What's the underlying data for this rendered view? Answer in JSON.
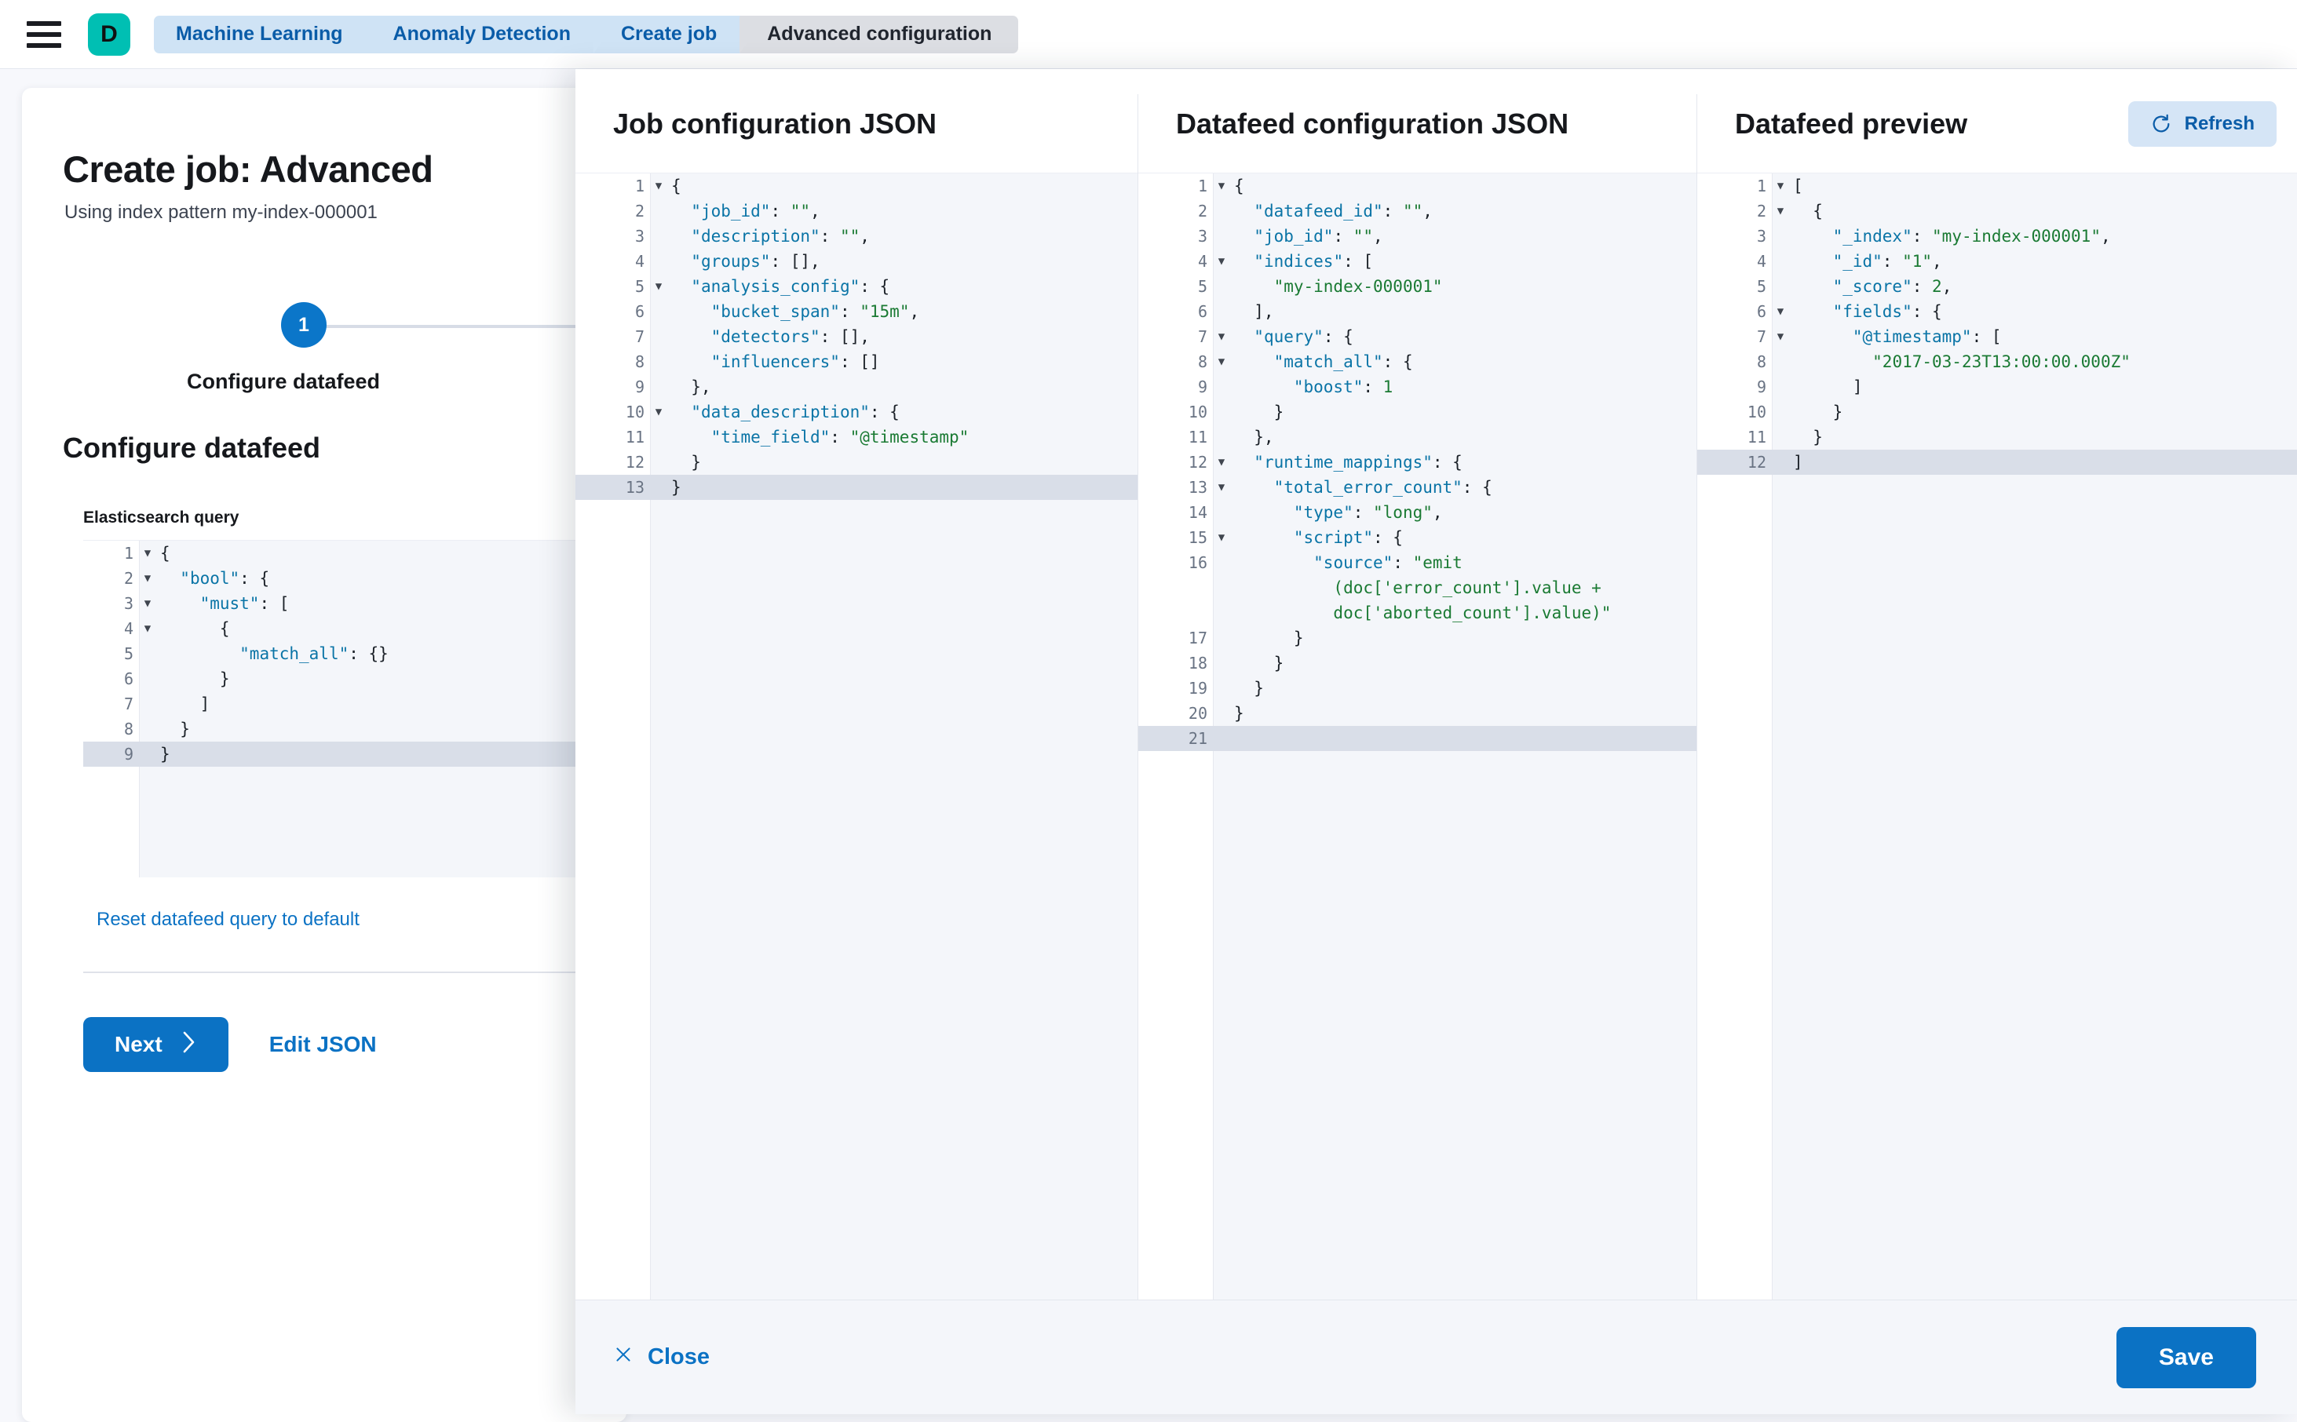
{
  "topbar": {
    "hamburger_icon": "hamburger-menu-icon",
    "logo_letter": "D",
    "breadcrumbs": [
      {
        "label": "Machine Learning",
        "active": false
      },
      {
        "label": "Anomaly Detection",
        "active": false
      },
      {
        "label": "Create job",
        "active": false
      },
      {
        "label": "Advanced configuration",
        "active": true
      }
    ]
  },
  "page": {
    "title": "Create job: Advanced",
    "subtitle": "Using index pattern my-index-000001",
    "step_number": "1",
    "step_label": "Configure datafeed",
    "section_title": "Configure datafeed",
    "es_query_label": "Elasticsearch query",
    "reset_link": "Reset datafeed query to default",
    "next_label": "Next",
    "next_icon": "chevron-right-icon",
    "edit_json_label": "Edit JSON"
  },
  "es_query_editor": {
    "active_line": 9,
    "lines": [
      {
        "n": 1,
        "fold": true,
        "code": "{"
      },
      {
        "n": 2,
        "fold": true,
        "code": "  \"bool\": {"
      },
      {
        "n": 3,
        "fold": true,
        "code": "    \"must\": ["
      },
      {
        "n": 4,
        "fold": true,
        "code": "      {"
      },
      {
        "n": 5,
        "fold": false,
        "code": "        \"match_all\": {}"
      },
      {
        "n": 6,
        "fold": false,
        "code": "      }"
      },
      {
        "n": 7,
        "fold": false,
        "code": "    ]"
      },
      {
        "n": 8,
        "fold": false,
        "code": "  }"
      },
      {
        "n": 9,
        "fold": false,
        "code": "}"
      }
    ]
  },
  "job_config": {
    "title": "Job configuration JSON",
    "active_line": 13,
    "lines": [
      {
        "n": 1,
        "fold": true,
        "code": "{"
      },
      {
        "n": 2,
        "fold": false,
        "code": "  \"job_id\": \"\","
      },
      {
        "n": 3,
        "fold": false,
        "code": "  \"description\": \"\","
      },
      {
        "n": 4,
        "fold": false,
        "code": "  \"groups\": [],"
      },
      {
        "n": 5,
        "fold": true,
        "code": "  \"analysis_config\": {"
      },
      {
        "n": 6,
        "fold": false,
        "code": "    \"bucket_span\": \"15m\","
      },
      {
        "n": 7,
        "fold": false,
        "code": "    \"detectors\": [],"
      },
      {
        "n": 8,
        "fold": false,
        "code": "    \"influencers\": []"
      },
      {
        "n": 9,
        "fold": false,
        "code": "  },"
      },
      {
        "n": 10,
        "fold": true,
        "code": "  \"data_description\": {"
      },
      {
        "n": 11,
        "fold": false,
        "code": "    \"time_field\": \"@timestamp\""
      },
      {
        "n": 12,
        "fold": false,
        "code": "  }"
      },
      {
        "n": 13,
        "fold": false,
        "code": "}"
      }
    ]
  },
  "datafeed_config": {
    "title": "Datafeed configuration JSON",
    "active_line": 21,
    "lines": [
      {
        "n": 1,
        "fold": true,
        "code": "{"
      },
      {
        "n": 2,
        "fold": false,
        "code": "  \"datafeed_id\": \"\","
      },
      {
        "n": 3,
        "fold": false,
        "code": "  \"job_id\": \"\","
      },
      {
        "n": 4,
        "fold": true,
        "code": "  \"indices\": ["
      },
      {
        "n": 5,
        "fold": false,
        "code": "    \"my-index-000001\""
      },
      {
        "n": 6,
        "fold": false,
        "code": "  ],"
      },
      {
        "n": 7,
        "fold": true,
        "code": "  \"query\": {"
      },
      {
        "n": 8,
        "fold": true,
        "code": "    \"match_all\": {"
      },
      {
        "n": 9,
        "fold": false,
        "code": "      \"boost\": 1"
      },
      {
        "n": 10,
        "fold": false,
        "code": "    }"
      },
      {
        "n": 11,
        "fold": false,
        "code": "  },"
      },
      {
        "n": 12,
        "fold": true,
        "code": "  \"runtime_mappings\": {"
      },
      {
        "n": 13,
        "fold": true,
        "code": "    \"total_error_count\": {"
      },
      {
        "n": 14,
        "fold": false,
        "code": "      \"type\": \"long\","
      },
      {
        "n": 15,
        "fold": true,
        "code": "      \"script\": {"
      },
      {
        "n": 16,
        "fold": false,
        "code": "        \"source\": \"emit\n          (doc['error_count'].value +\n          doc['aborted_count'].value)\""
      },
      {
        "n": 17,
        "fold": false,
        "code": "      }"
      },
      {
        "n": 18,
        "fold": false,
        "code": "    }"
      },
      {
        "n": 19,
        "fold": false,
        "code": "  }"
      },
      {
        "n": 20,
        "fold": false,
        "code": "}"
      },
      {
        "n": 21,
        "fold": false,
        "code": ""
      }
    ]
  },
  "datafeed_preview": {
    "title": "Datafeed preview",
    "refresh_label": "Refresh",
    "refresh_icon": "refresh-icon",
    "active_line": 12,
    "lines": [
      {
        "n": 1,
        "fold": true,
        "code": "["
      },
      {
        "n": 2,
        "fold": true,
        "code": "  {"
      },
      {
        "n": 3,
        "fold": false,
        "code": "    \"_index\": \"my-index-000001\","
      },
      {
        "n": 4,
        "fold": false,
        "code": "    \"_id\": \"1\","
      },
      {
        "n": 5,
        "fold": false,
        "code": "    \"_score\": 2,"
      },
      {
        "n": 6,
        "fold": true,
        "code": "    \"fields\": {"
      },
      {
        "n": 7,
        "fold": true,
        "code": "      \"@timestamp\": ["
      },
      {
        "n": 8,
        "fold": false,
        "code": "        \"2017-03-23T13:00:00.000Z\""
      },
      {
        "n": 9,
        "fold": false,
        "code": "      ]"
      },
      {
        "n": 10,
        "fold": false,
        "code": "    }"
      },
      {
        "n": 11,
        "fold": false,
        "code": "  }"
      },
      {
        "n": 12,
        "fold": false,
        "code": "]"
      }
    ]
  },
  "footer": {
    "close_label": "Close",
    "close_icon": "close-x-icon",
    "save_label": "Save"
  },
  "colors": {
    "accent_blue": "#0b72c4",
    "brand_teal": "#00bfb3",
    "breadcrumb_blue": "#cfe3f5",
    "breadcrumb_active": "#dcdee3",
    "string_green": "#1a7a33",
    "key_blue": "#0a74a6"
  }
}
